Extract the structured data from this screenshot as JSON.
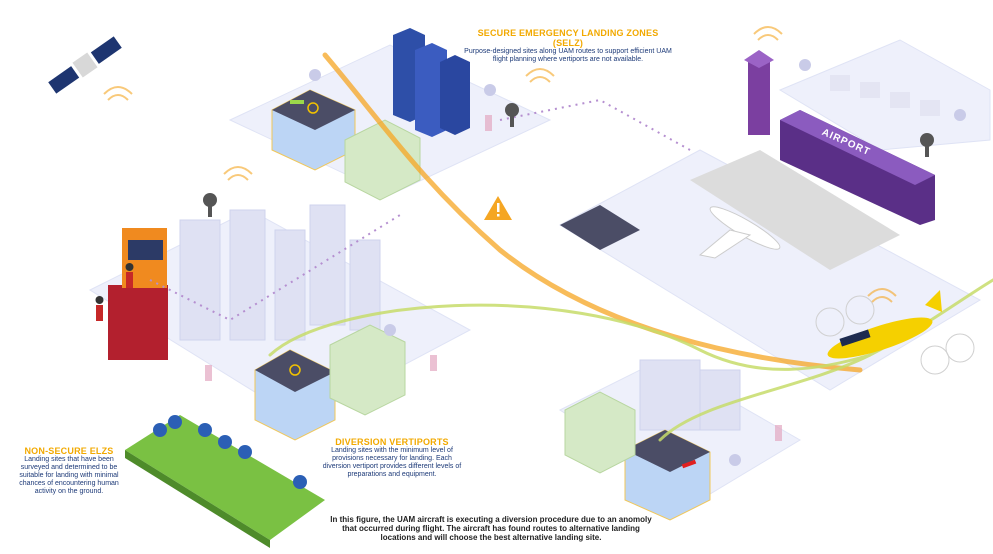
{
  "selz": {
    "title": "SECURE EMERGENCY LANDING ZONES",
    "title2": "(SELZ)",
    "desc": "Purpose-designed sites along UAM routes to support efficient UAM flight planning where vertiports are not available."
  },
  "nonsecure": {
    "title": "NON-SECURE ELZS",
    "desc": "Landing sites that have been surveyed and determined to be suitable for landing with minimal chances of encountering human activity on the ground."
  },
  "diversion": {
    "title": "DIVERSION VERTIPORTS",
    "desc": "Landing sites with the minimum level of provisions necessary for landing. Each diversion vertiport provides different levels of preparations and equipment."
  },
  "caption": "In this figure, the UAM aircraft is executing a diversion procedure due to an anomoly that occurred during flight. The aircraft has found routes to alternative landing locations and will choose the best alternative landing site.",
  "airport_sign": "AIRPORT",
  "colors": {
    "route_primary": "#f5a623",
    "route_alternate": "#c7dc6a",
    "link_dotted": "#b58fd0",
    "label_title": "#f2a900",
    "label_text": "#1d3a78",
    "tower": "#7b3fa0",
    "aircraft": "#f5d000",
    "warning": "#f5a623"
  },
  "icons": [
    "satellite-icon",
    "warning-icon",
    "radar-dish-icon",
    "wifi-signal-icon",
    "tree-icon",
    "person-icon"
  ]
}
